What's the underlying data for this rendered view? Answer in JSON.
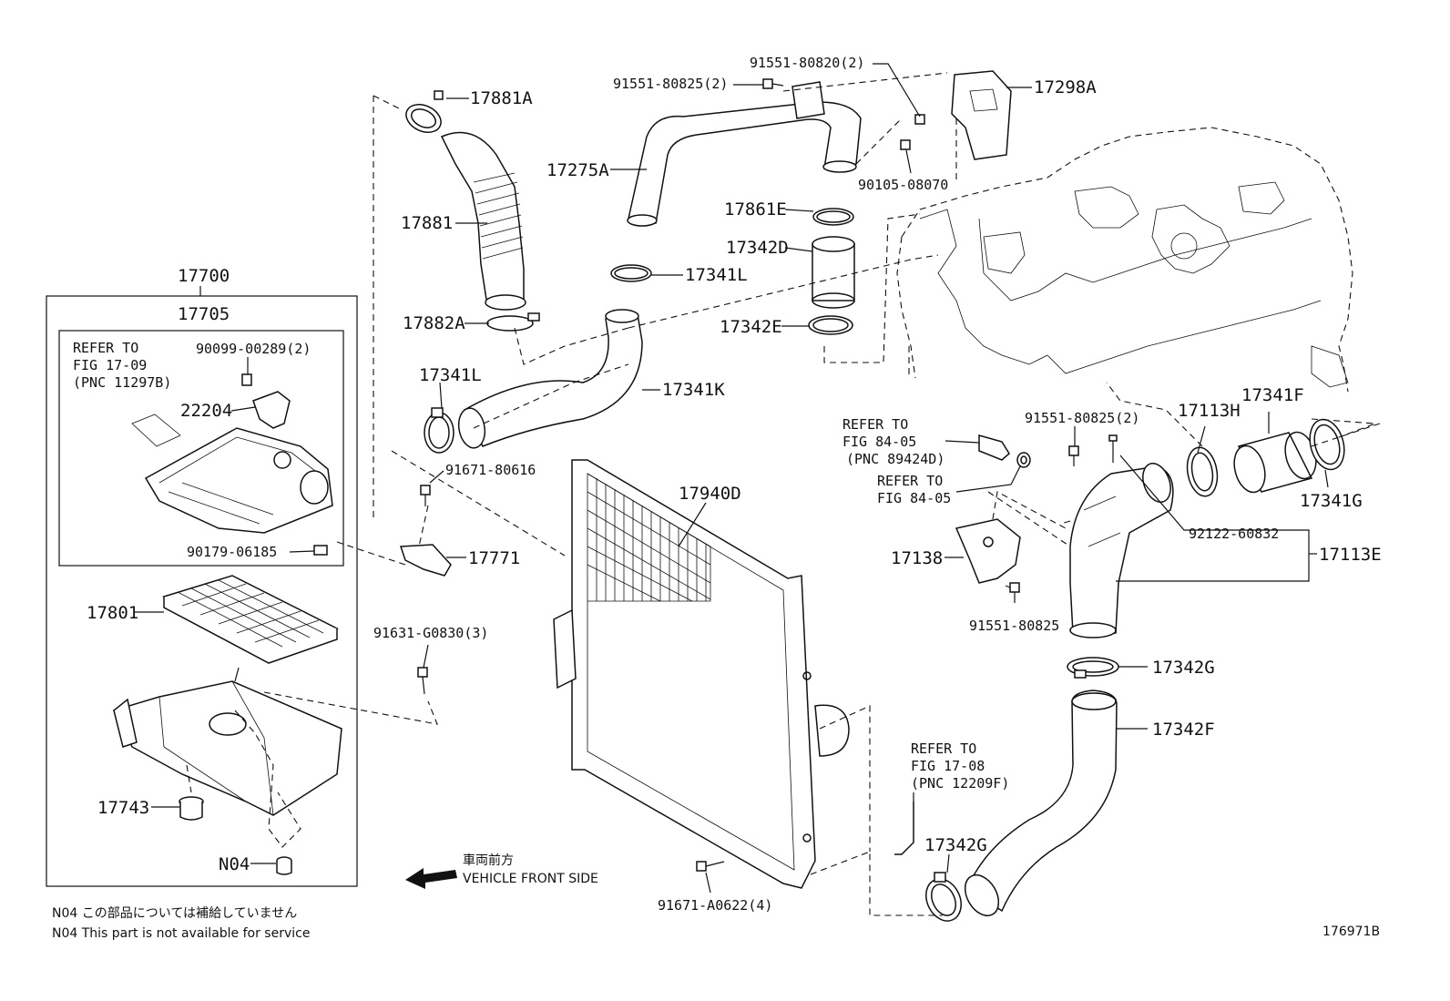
{
  "labels": {
    "p17881A": "17881A",
    "p91551_80825_2_top": "91551-80825(2)",
    "p91551_80820_2": "91551-80820(2)",
    "p17298A": "17298A",
    "p17275A": "17275A",
    "p90105_08070": "90105-08070",
    "p17881": "17881",
    "p17861E": "17861E",
    "p17342D": "17342D",
    "p17341L_top": "17341L",
    "p17342E": "17342E",
    "p17882A": "17882A",
    "p17700": "17700",
    "p17705": "17705",
    "p90099_00289_2": "90099-00289(2)",
    "p22204": "22204",
    "p90179_06185": "90179-06185",
    "p17341L_left": "17341L",
    "p17341K": "17341K",
    "p91671_80616": "91671-80616",
    "p17771": "17771",
    "p17940D": "17940D",
    "p17801": "17801",
    "p91631_G0830_3": "91631-G0830(3)",
    "p17743": "17743",
    "pN04": "N04",
    "p91671_A0622_4": "91671-A0622(4)",
    "p91551_80825_2_right": "91551-80825(2)",
    "p17113H": "17113H",
    "p17341F": "17341F",
    "p17341G": "17341G",
    "p92122_60832": "92122-60832",
    "p17113E": "17113E",
    "p17138": "17138",
    "p91551_80825": "91551-80825",
    "p17342G_top": "17342G",
    "p17342F": "17342F",
    "p17342G_bottom": "17342G"
  },
  "references": {
    "ref_17_09": {
      "line1": "REFER TO",
      "line2": "FIG 17-09",
      "line3": "(PNC 11297B)"
    },
    "ref_84_05_a": {
      "line1": "REFER TO",
      "line2": "FIG 84-05",
      "line3": "(PNC 89424D)"
    },
    "ref_84_05_b": {
      "line1": "REFER TO",
      "line2": "FIG 84-05"
    },
    "ref_17_08": {
      "line1": "REFER TO",
      "line2": "FIG 17-08",
      "line3": "(PNC 12209F)"
    }
  },
  "direction": {
    "jp": "車両前方",
    "en": "VEHICLE FRONT SIDE"
  },
  "footnotes": {
    "jp": "N04 この部品については補給していません",
    "en": "N04  This part is not available for service"
  },
  "figure_id": "176971B"
}
